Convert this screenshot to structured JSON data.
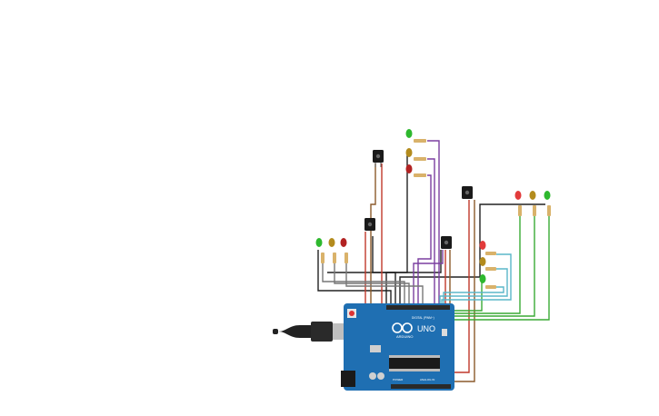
{
  "board": {
    "brand_label": "ARDUINO",
    "model_label": "UNO",
    "header_label": "DIGITAL (PWM~)",
    "power_label": "POWER",
    "analog_label": "ANALOG IN",
    "color": "#1f6fb2"
  },
  "colors": {
    "led_green": "#2eb82e",
    "led_yellow": "#b38b1d",
    "led_red": "#b22222",
    "led_bright_red": "#e23b3b",
    "wire_black": "#222222",
    "wire_red": "#c0392b",
    "wire_brown": "#8b5a2b",
    "wire_purple": "#7b3fa0",
    "wire_green": "#3aaa35",
    "wire_cyan": "#5ab7c9"
  },
  "components": {
    "leds": [
      {
        "id": "led-green-top",
        "color": "green"
      },
      {
        "id": "led-yellow-top",
        "color": "yellow"
      },
      {
        "id": "led-red-top",
        "color": "red"
      },
      {
        "id": "led-green-left",
        "color": "green"
      },
      {
        "id": "led-yellow-left",
        "color": "yellow"
      },
      {
        "id": "led-red-left",
        "color": "red"
      },
      {
        "id": "led-red-right-1",
        "color": "bright_red"
      },
      {
        "id": "led-yellow-right-1",
        "color": "yellow"
      },
      {
        "id": "led-green-right-1",
        "color": "green"
      },
      {
        "id": "led-red-right-2",
        "color": "bright_red"
      },
      {
        "id": "led-yellow-right-2",
        "color": "yellow"
      },
      {
        "id": "led-green-right-2",
        "color": "green"
      }
    ],
    "sensors": [
      "sensor-1",
      "sensor-2",
      "sensor-3",
      "sensor-4"
    ]
  }
}
